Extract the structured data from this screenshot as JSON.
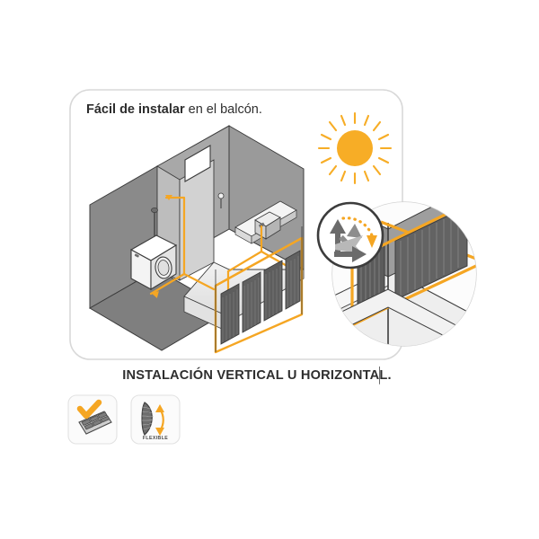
{
  "card": {
    "title_bold": "Fácil de instalar",
    "title_rest": " en el balcón.",
    "caption": "INSTALACIÓN VERTICAL U HORIZONTAL.",
    "border_color": "#d8d8d8",
    "background": "#ffffff"
  },
  "colors": {
    "accent_orange": "#f5a623",
    "sun_orange": "#f7ad26",
    "text_dark": "#2e2e2e",
    "panel_dark": "#595959",
    "panel_mid": "#6e6e6e",
    "wall_dark": "#828282",
    "wall_mid": "#a0a0a0",
    "wall_light": "#c9c9c9",
    "floor_light": "#e8e8e8",
    "outline": "#3c3c3c",
    "arrow_gray": "#6b6b6b"
  },
  "illustration": {
    "name": "isometric-balcony-solar-installation",
    "room": {
      "appliances": [
        "washing-machine",
        "pendant-lamp",
        "kitchen-counter",
        "inverter-box"
      ],
      "cable_color": "#f5a623",
      "panel_count": 4
    },
    "sun": {
      "ray_count": 16,
      "color": "#f7ad26"
    },
    "rotation_inset": {
      "label_hidden": "rotation-arrows",
      "arrows": [
        "up",
        "diagonal",
        "right"
      ],
      "arc_style": "dotted",
      "arc_color": "#f5a623"
    },
    "magnifier": {
      "label_hidden": "balcony-closeup",
      "panel_groups": 2,
      "frame_color": "#f5a623"
    }
  },
  "badges": [
    {
      "id": "solar-panel-check",
      "icon": "solar-panel-check-icon",
      "label": ""
    },
    {
      "id": "flexible",
      "icon": "flexible-panel-icon",
      "label": "FLEXIBLE"
    }
  ]
}
